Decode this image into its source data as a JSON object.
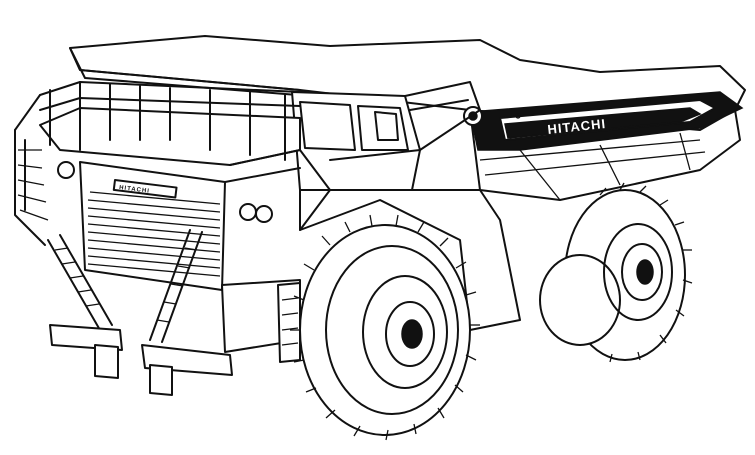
{
  "illustration": {
    "subject_icon": "mining-dump-truck-line-drawing",
    "side_brand": "HITACHI",
    "grille_plate": "HITACHI",
    "colors": {
      "ink": "#111111",
      "paper": "#ffffff"
    }
  }
}
